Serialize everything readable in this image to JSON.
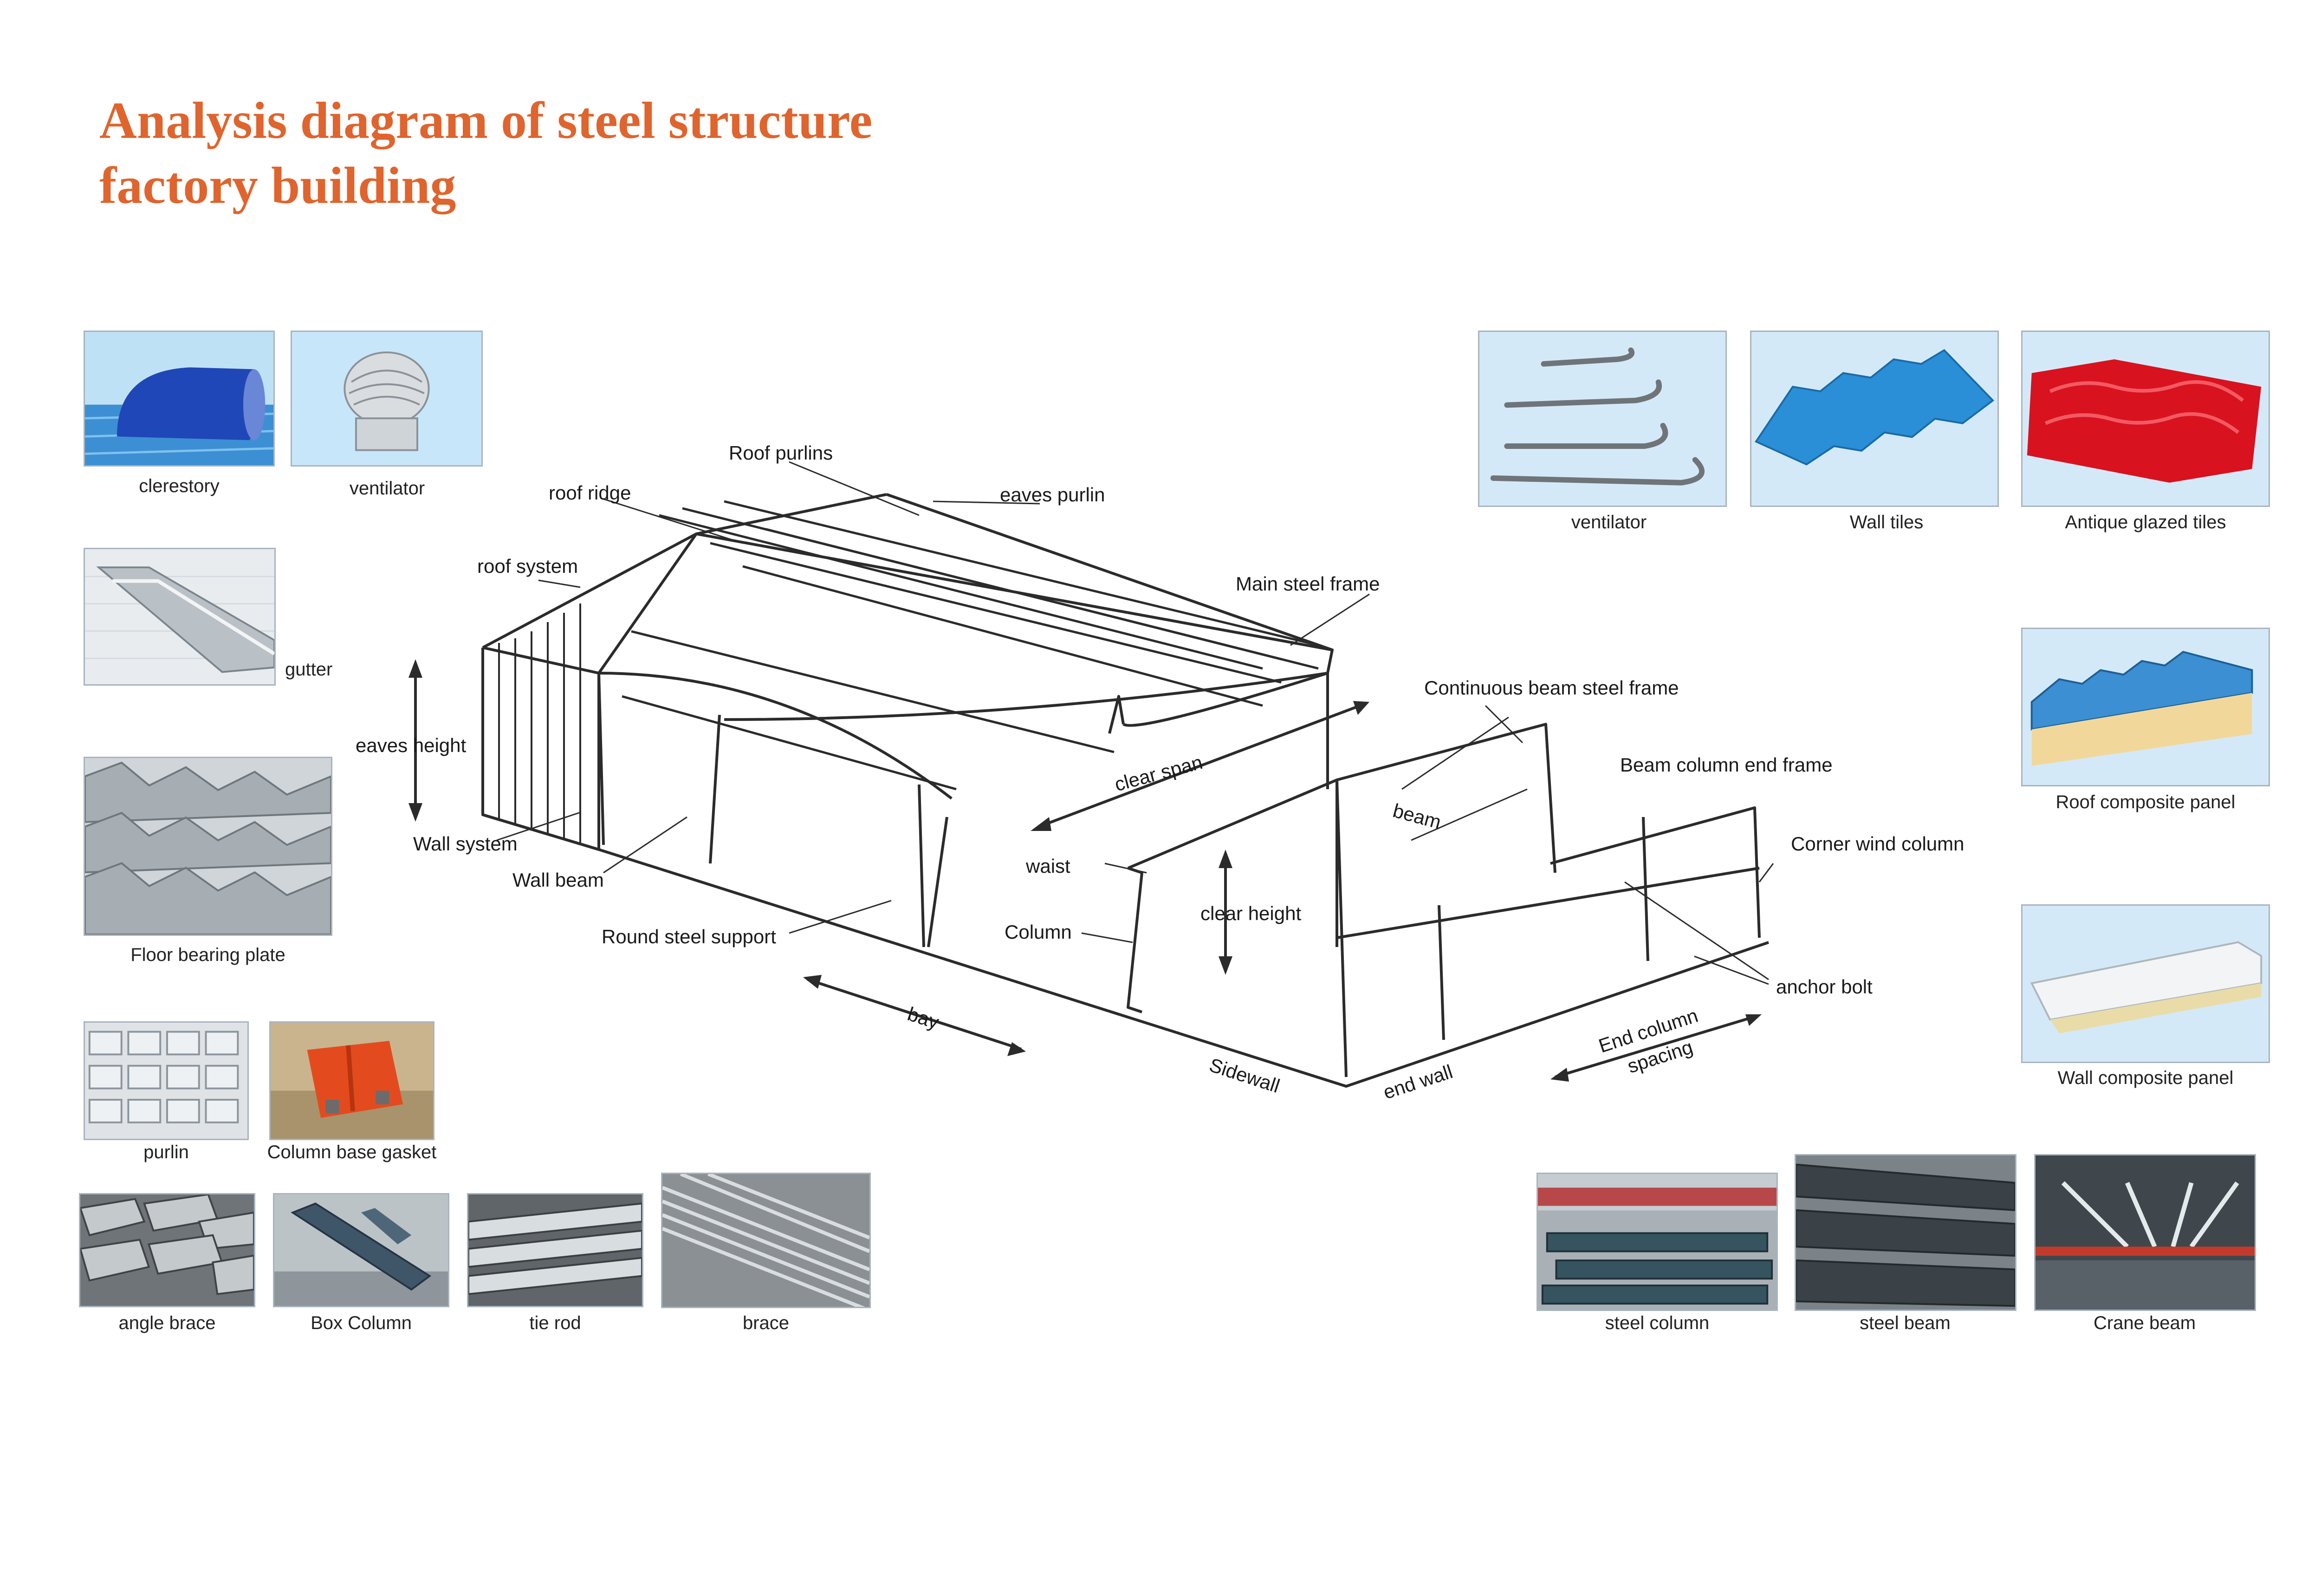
{
  "title": {
    "line1": "Analysis diagram of steel structure",
    "line2": "factory building"
  },
  "colors": {
    "title": "#e0642d",
    "line": "#2b2b2b",
    "tile_border": "#a9b4bf"
  },
  "photos_left": {
    "clerestory": "clerestory",
    "ventilator": "ventilator",
    "gutter": "gutter",
    "floor_bearing_plate": "Floor bearing plate",
    "purlin": "purlin",
    "column_base_gasket": "Column base gasket",
    "angle_brace": "angle brace",
    "box_column": "Box Column",
    "tie_rod": "tie rod",
    "brace": "brace"
  },
  "photos_right": {
    "ventilator": "ventilator",
    "wall_tiles": "Wall tiles",
    "antique_glazed_tiles": "Antique glazed tiles",
    "roof_composite_panel": "Roof composite panel",
    "wall_composite_panel": "Wall composite panel",
    "steel_column": "steel column",
    "steel_beam": "steel beam",
    "crane_beam": "Crane beam"
  },
  "diagram_labels": {
    "roof_purlins": "Roof purlins",
    "roof_ridge": "roof ridge",
    "eaves_purlin": "eaves purlin",
    "roof_system": "roof system",
    "main_steel_frame": "Main steel frame",
    "continuous_beam_steel_frame": "Continuous beam steel frame",
    "eaves_height": "eaves height",
    "clear_span": "clear span",
    "beam": "beam",
    "beam_column_end_frame": "Beam column end frame",
    "wall_system": "Wall system",
    "wall_beam": "Wall beam",
    "waist": "waist",
    "corner_wind_column": "Corner wind column",
    "clear_height": "clear height",
    "round_steel_support": "Round steel support",
    "column": "Column",
    "anchor_bolt": "anchor bolt",
    "bay": "bay",
    "sidewall": "Sidewall",
    "end_wall": "end wall",
    "end_column_spacing_1": "End column",
    "end_column_spacing_2": "spacing"
  }
}
